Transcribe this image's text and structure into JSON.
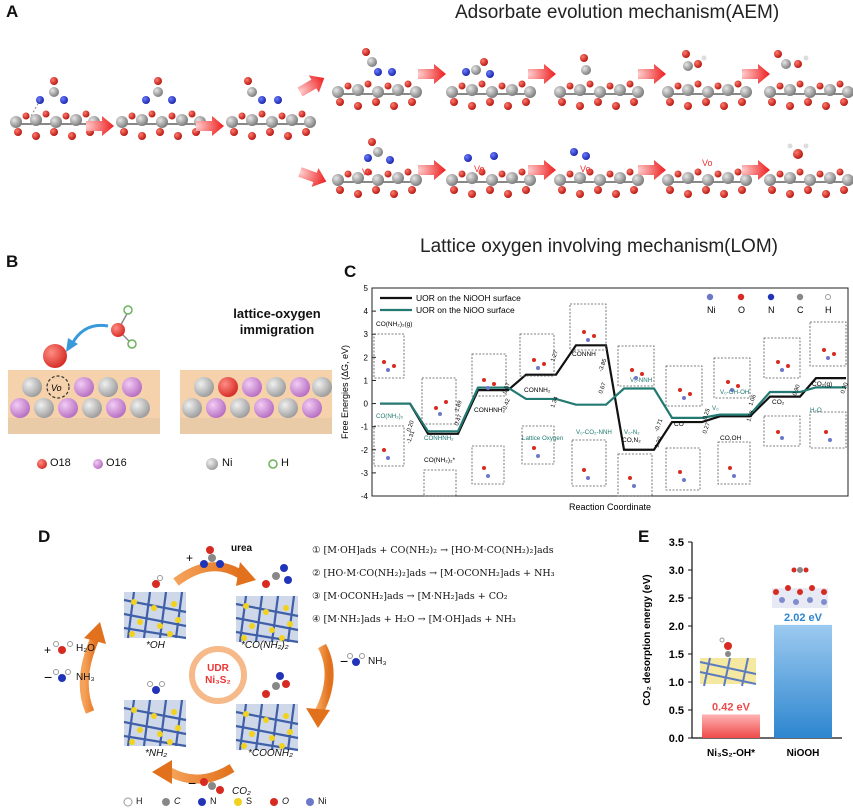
{
  "panels": {
    "a": "A",
    "b": "B",
    "c": "C",
    "d": "D",
    "e": "E"
  },
  "titles": {
    "aem": "Adsorbate evolution mechanism(AEM)",
    "lom": "Lattice oxygen involving mechanism(LOM)"
  },
  "panel_a": {
    "vo_label": "Vo"
  },
  "panel_b": {
    "vo_label": "Vo",
    "migration_title": "lattice-oxygen immigration",
    "legend": [
      "O18",
      "O16",
      "Ni",
      "H"
    ],
    "colors": {
      "o18": "#e8423a",
      "o16": "#c48ad0",
      "ni": "#b7b7b7",
      "h": "#a5d79a",
      "slab": "#f6d2ac"
    }
  },
  "panel_c": {
    "ylabel": "Free Energies (ΔG, eV)",
    "xlabel": "Reaction Coordinate",
    "yticks": [
      "5",
      "4",
      "3",
      "2",
      "1",
      "0",
      "-1",
      "-2",
      "-3",
      "-4"
    ],
    "series_labels": [
      "UOR on the NiOOH surface",
      "UOR on the NiOO surface"
    ],
    "legend_atoms": [
      "Ni",
      "O",
      "N",
      "C",
      "H"
    ],
    "black_states": [
      "CO(NH₂)₂(g)",
      "CO(NH₂)₂*",
      "CONHNH₂",
      "CONNH₂",
      "CONNH",
      "CO,N₂",
      "CO",
      "CO,OH",
      "CO₂",
      "CO₂(g)"
    ],
    "teal_states": [
      "CO(NH₂)₂",
      "CONHNH₂",
      "Lattice Oxygen",
      "V₀-NNH",
      "V₀-CO₂-NNH",
      "V₀-N₂",
      "V₀",
      "V₀-OH-OH",
      "H₂O"
    ],
    "step_values": [
      "-1.31",
      "1.89",
      "0.67",
      "1.27",
      "-3.85",
      "1.20",
      "0.25",
      "1.06",
      "0.90",
      "0.20",
      "0.20",
      "0.47",
      "0.42",
      "1.34",
      "0.67",
      "-0.71",
      "0.27",
      "1.38"
    ]
  },
  "panel_d": {
    "urea": "urea",
    "center": [
      "UDR",
      "Ni₃S₂"
    ],
    "states": [
      "*OH",
      "*CO(NH₂)₂",
      "*COONH₂",
      "*NH₂"
    ],
    "side_labels": {
      "h2o": "H₂O",
      "nh3_left": "NH₃",
      "nh3_right": "NH₃",
      "co2": "CO₂"
    },
    "reactions": [
      "① [M·OH]ads + CO(NH₂)₂ → [HO·M·CO(NH₂)₂]ads",
      "② [HO·M·CO(NH₂)₂]ads → [M·OCONH₂]ads + NH₃",
      "③ [M·OCONH₂]ads → [M·NH₂]ads + CO₂",
      "④ [M·NH₂]ads + H₂O → [M·OH]ads + NH₃"
    ],
    "legend": [
      "H",
      "C",
      "N",
      "S",
      "O",
      "Ni"
    ]
  },
  "chart_data": {
    "type": "bar",
    "categories": [
      "Ni₃S₂-OH*",
      "NiOOH"
    ],
    "values": [
      0.42,
      2.02
    ],
    "value_labels": [
      "0.42 eV",
      "2.02 eV"
    ],
    "ylabel": "CO₂ desorption energy (eV)",
    "ylim": [
      0,
      3.5
    ],
    "yticks": [
      "0.0",
      "0.5",
      "1.0",
      "1.5",
      "2.0",
      "2.5",
      "3.0",
      "3.5"
    ],
    "colors": [
      "#ef4a4a",
      "#2d86cf"
    ]
  }
}
